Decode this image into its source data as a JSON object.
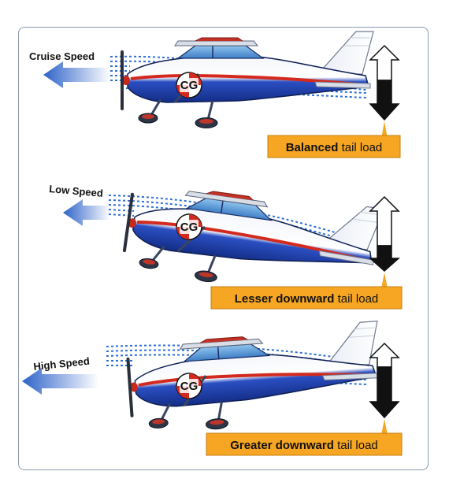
{
  "panels": [
    {
      "speed_label": "Cruise Speed",
      "cg_label": "CG",
      "tail_load_emphasis": "Balanced",
      "tail_load_suffix": " tail load"
    },
    {
      "speed_label": "Low Speed",
      "cg_label": "CG",
      "tail_load_emphasis": "Lesser downward",
      "tail_load_suffix": " tail load"
    },
    {
      "speed_label": "High Speed",
      "cg_label": "CG",
      "tail_load_emphasis": "Greater downward",
      "tail_load_suffix": " tail load"
    }
  ],
  "colors": {
    "fuselage_blue": "#1e3fa8",
    "stripe_red": "#d42a1e",
    "airflow_blue": "#2d6ed6",
    "arrow_fill": "#111111",
    "label_box": "#f6a623",
    "frame_border": "#8a9bb0"
  }
}
